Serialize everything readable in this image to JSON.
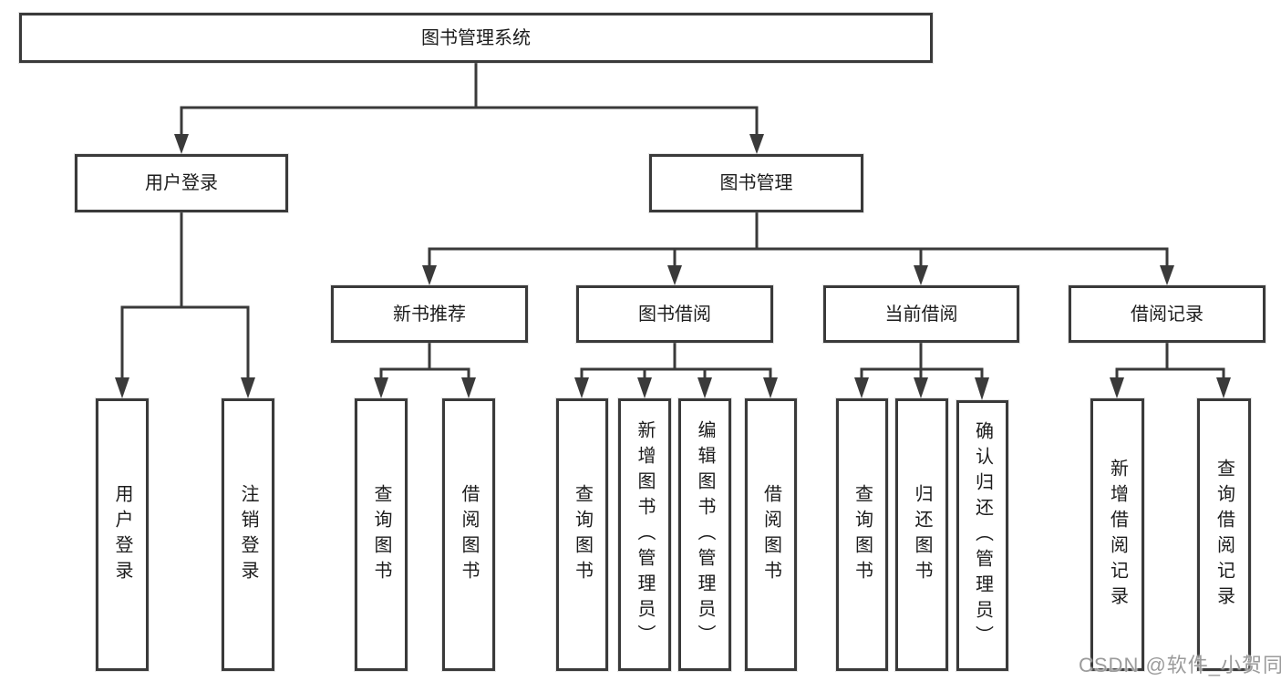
{
  "tree": {
    "root": {
      "label": "图书管理系统",
      "children": [
        {
          "label": "用户登录",
          "children": [
            {
              "label": "用户登录"
            },
            {
              "label": "注销登录"
            }
          ]
        },
        {
          "label": "图书管理",
          "children": [
            {
              "label": "新书推荐",
              "children": [
                {
                  "label": "查询图书"
                },
                {
                  "label": "借阅图书"
                }
              ]
            },
            {
              "label": "图书借阅",
              "children": [
                {
                  "label": "查询图书"
                },
                {
                  "label": "新增图书（管理员）"
                },
                {
                  "label": "编辑图书（管理员）"
                },
                {
                  "label": "借阅图书"
                }
              ]
            },
            {
              "label": "当前借阅",
              "children": [
                {
                  "label": "查询图书"
                },
                {
                  "label": "归还图书"
                },
                {
                  "label": "确认归还（管理员）"
                }
              ]
            },
            {
              "label": "借阅记录",
              "children": [
                {
                  "label": "新增借阅记录"
                },
                {
                  "label": "查询借阅记录"
                }
              ]
            }
          ]
        }
      ]
    }
  },
  "watermark": {
    "text": "CSDN @软件_小贺同学"
  },
  "colors": {
    "line": "#3a3a3a",
    "box_border": "#3a3a3a",
    "background": "#ffffff",
    "text": "#1c1c1c",
    "watermark": "#9b9b9b"
  }
}
